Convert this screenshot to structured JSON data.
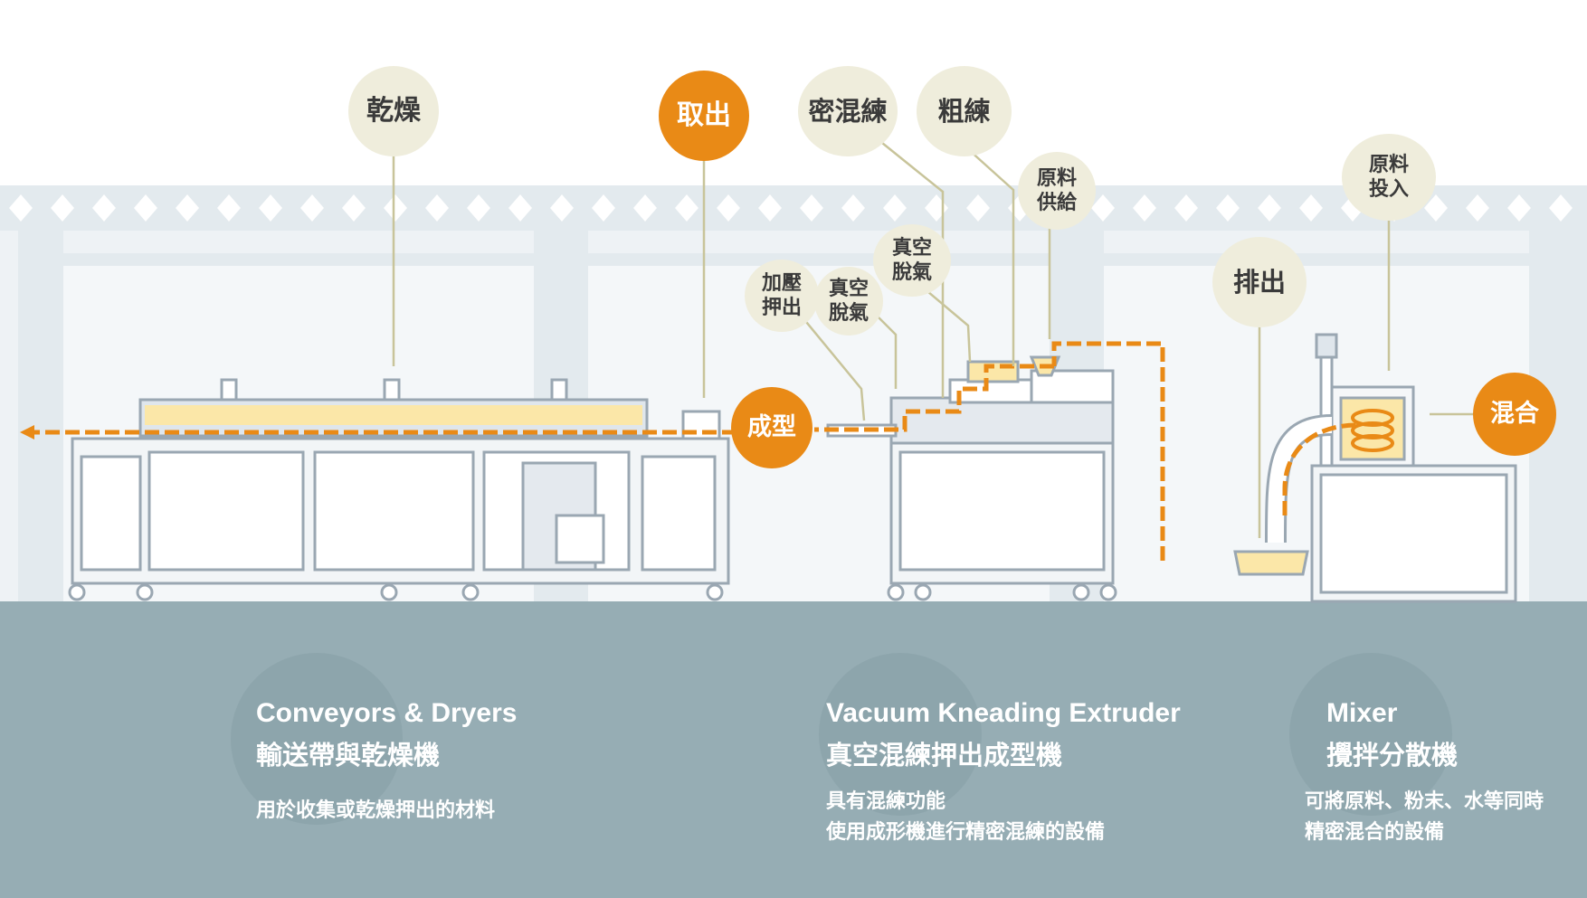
{
  "labels": {
    "drying": "乾燥",
    "take_out": "取出",
    "forming": "成型",
    "internal_mixing": "密混練",
    "rough_kneading": "粗練",
    "material_supply": "原料\n供給",
    "vacuum_degas_1": "真空\n脫氣",
    "pressure_extrude": "加壓\n押出",
    "vacuum_degas_2": "真空\n脫氣",
    "discharge": "排出",
    "material_input": "原料\n投入",
    "mixing": "混合"
  },
  "sections": {
    "dryer": {
      "title_en": "Conveyors & Dryers",
      "title_zh": "輸送帶與乾燥機",
      "desc": "用於收集或乾燥押出的材料"
    },
    "extruder": {
      "title_en": "Vacuum Kneading Extruder",
      "title_zh": "真空混練押出成型機",
      "desc_line1": "具有混練功能",
      "desc_line2": "使用成形機進行精密混練的設備"
    },
    "mixer": {
      "title_en": "Mixer",
      "title_zh": "攪拌分散機",
      "desc_line1": "可將原料、粉末、水等同時",
      "desc_line2": "精密混合的設備"
    }
  },
  "colors": {
    "accent_orange": "#e98a16",
    "bubble_beige": "#efeddc",
    "floor": "#96adb4",
    "factory_bg": "#e8eef2"
  }
}
